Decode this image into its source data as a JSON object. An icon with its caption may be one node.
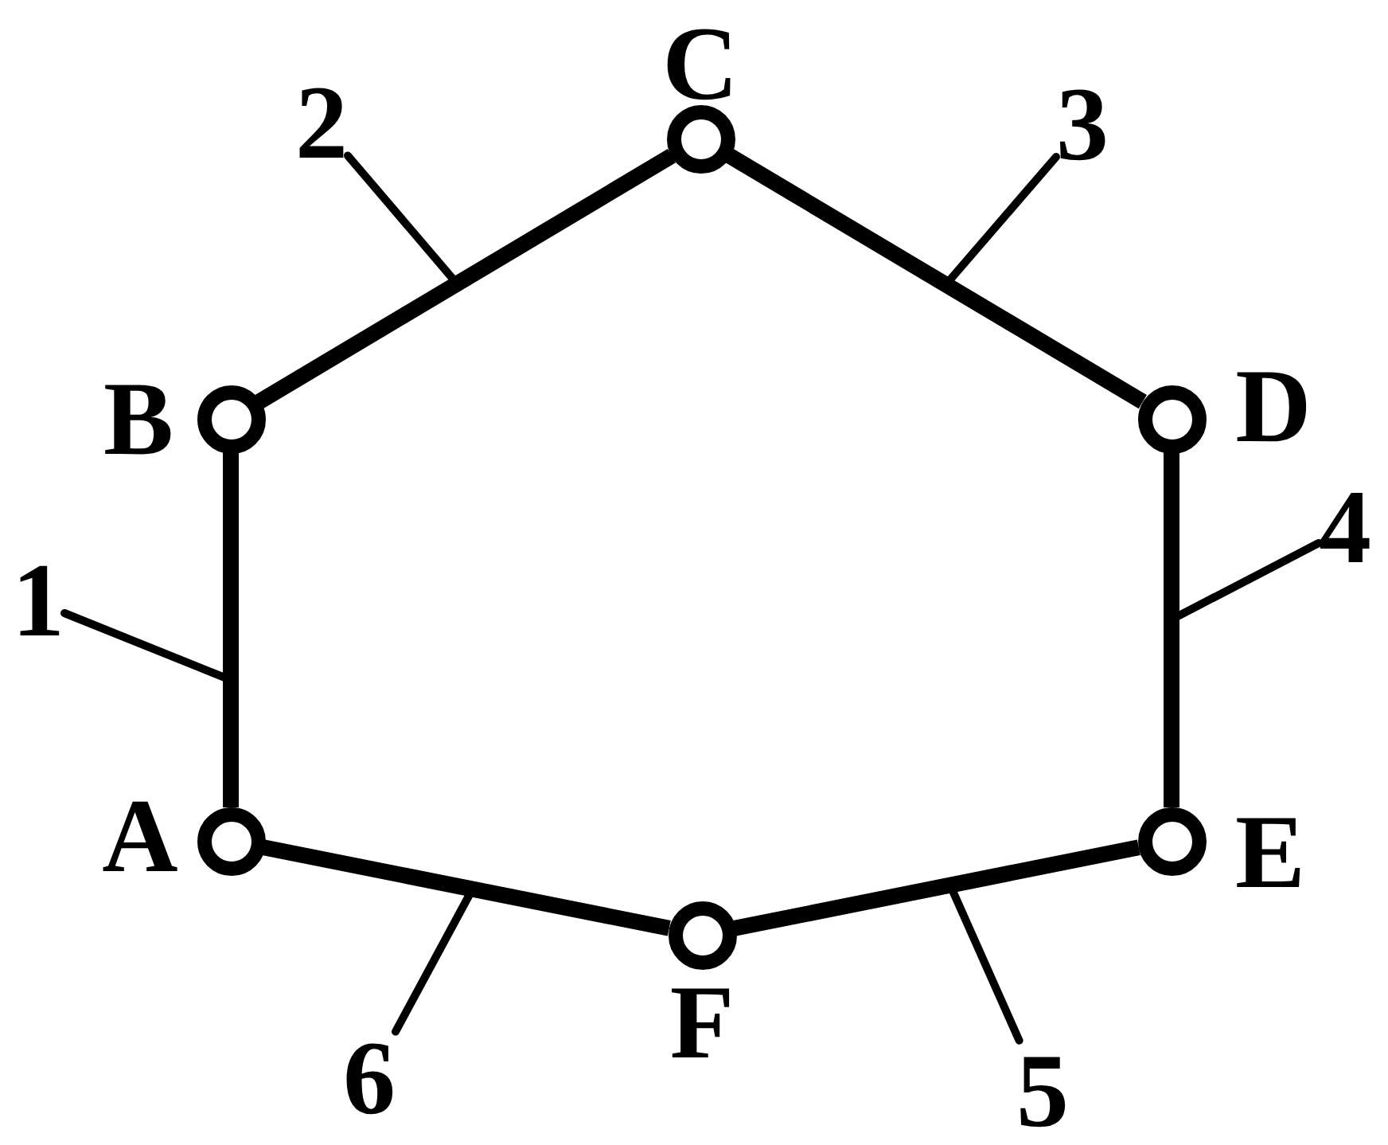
{
  "diagram": {
    "nodes": [
      {
        "text": [],
        "shape": "circle",
        "beside": [
          "C"
        ]
      },
      {
        "text": [
          "2"
        ]
      },
      {
        "text": [
          "3"
        ]
      },
      {
        "text": [],
        "shape": "circle",
        "beside": [
          "B"
        ]
      },
      {
        "text": [],
        "shape": "circle",
        "beside": [
          "D"
        ]
      },
      {
        "text": [
          "4"
        ]
      },
      {
        "text": [
          "1"
        ]
      },
      {
        "text": [],
        "shape": "circle",
        "beside": [
          "A"
        ]
      },
      {
        "text": [],
        "shape": "circle",
        "beside": [
          "E"
        ]
      },
      {
        "text": [],
        "shape": "circle",
        "beside": [
          "F"
        ]
      },
      {
        "text": [
          "6"
        ]
      },
      {
        "text": [
          "5"
        ]
      }
    ],
    "edges": [
      {
        "from": 7,
        "to": 3,
        "arrow": "none",
        "style": "thick"
      },
      {
        "from": 3,
        "to": 0,
        "arrow": "none",
        "style": "thick"
      },
      {
        "from": 0,
        "to": 4,
        "arrow": "none",
        "style": "thick"
      },
      {
        "from": 4,
        "to": 8,
        "arrow": "none",
        "style": "thick"
      },
      {
        "from": 8,
        "to": 9,
        "arrow": "none",
        "style": "thick"
      },
      {
        "from": 9,
        "to": 7,
        "arrow": "none",
        "style": "thick"
      },
      {
        "from": 6,
        "to": null,
        "arrow": "none"
      },
      {
        "from": 1,
        "to": null,
        "arrow": "none"
      },
      {
        "from": 2,
        "to": null,
        "arrow": "none"
      },
      {
        "from": 5,
        "to": null,
        "arrow": "none"
      },
      {
        "from": 11,
        "to": null,
        "arrow": "none"
      },
      {
        "from": 10,
        "to": null,
        "arrow": "none"
      }
    ]
  }
}
